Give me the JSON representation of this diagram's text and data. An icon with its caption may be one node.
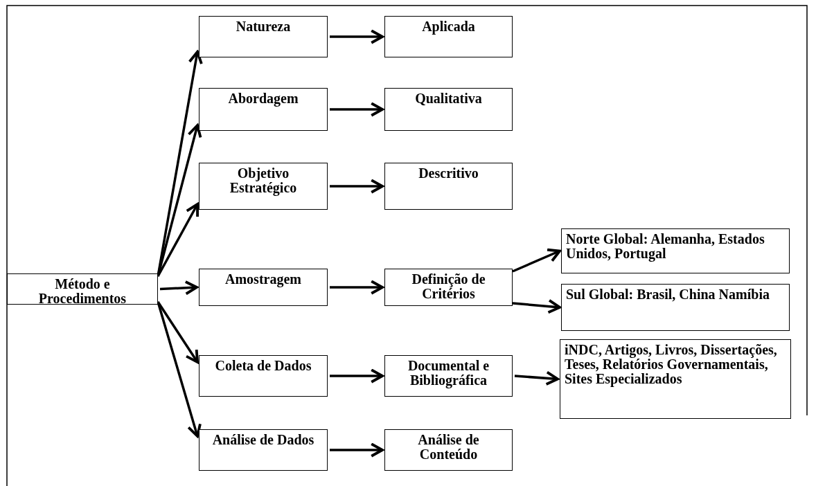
{
  "diagram": {
    "nodes": [
      {
        "text": [
          "Método e Procedimentos"
        ]
      },
      {
        "text": [
          "Natureza"
        ]
      },
      {
        "text": [
          "Aplicada"
        ]
      },
      {
        "text": [
          "Abordagem"
        ]
      },
      {
        "text": [
          "Qualitativa"
        ]
      },
      {
        "text": [
          "Objetivo Estratégico"
        ]
      },
      {
        "text": [
          "Descritivo"
        ]
      },
      {
        "text": [
          "Amostragem"
        ]
      },
      {
        "text": [
          "Definição de Critérios"
        ]
      },
      {
        "text": [
          "Norte Global: Alemanha, Estados Unidos, Portugal"
        ]
      },
      {
        "text": [
          "Sul Global: Brasil, China Namíbia"
        ]
      },
      {
        "text": [
          "Coleta de Dados"
        ]
      },
      {
        "text": [
          "Documental e Bibliográfica"
        ]
      },
      {
        "text": [
          "iNDC, Artigos, Livros, Dissertações, Teses, Relatórios Governamentais, Sites Especializados"
        ]
      },
      {
        "text": [
          "Análise de Dados"
        ]
      },
      {
        "text": [
          "Análise de Conteúdo"
        ]
      }
    ],
    "edges": [
      {
        "from": 0,
        "to": 1,
        "arrow": "to"
      },
      {
        "from": 0,
        "to": 3,
        "arrow": "to"
      },
      {
        "from": 0,
        "to": 5,
        "arrow": "to"
      },
      {
        "from": 0,
        "to": 7,
        "arrow": "to"
      },
      {
        "from": 0,
        "to": 11,
        "arrow": "to"
      },
      {
        "from": 0,
        "to": 14,
        "arrow": "to"
      },
      {
        "from": 1,
        "to": 2,
        "arrow": "to"
      },
      {
        "from": 3,
        "to": 4,
        "arrow": "to"
      },
      {
        "from": 5,
        "to": 6,
        "arrow": "to"
      },
      {
        "from": 7,
        "to": 8,
        "arrow": "to"
      },
      {
        "from": 8,
        "to": 9,
        "arrow": "to"
      },
      {
        "from": 8,
        "to": 10,
        "arrow": "to"
      },
      {
        "from": 11,
        "to": 12,
        "arrow": "to"
      },
      {
        "from": 12,
        "to": 13,
        "arrow": "to"
      },
      {
        "from": 14,
        "to": 15,
        "arrow": "to"
      }
    ]
  }
}
